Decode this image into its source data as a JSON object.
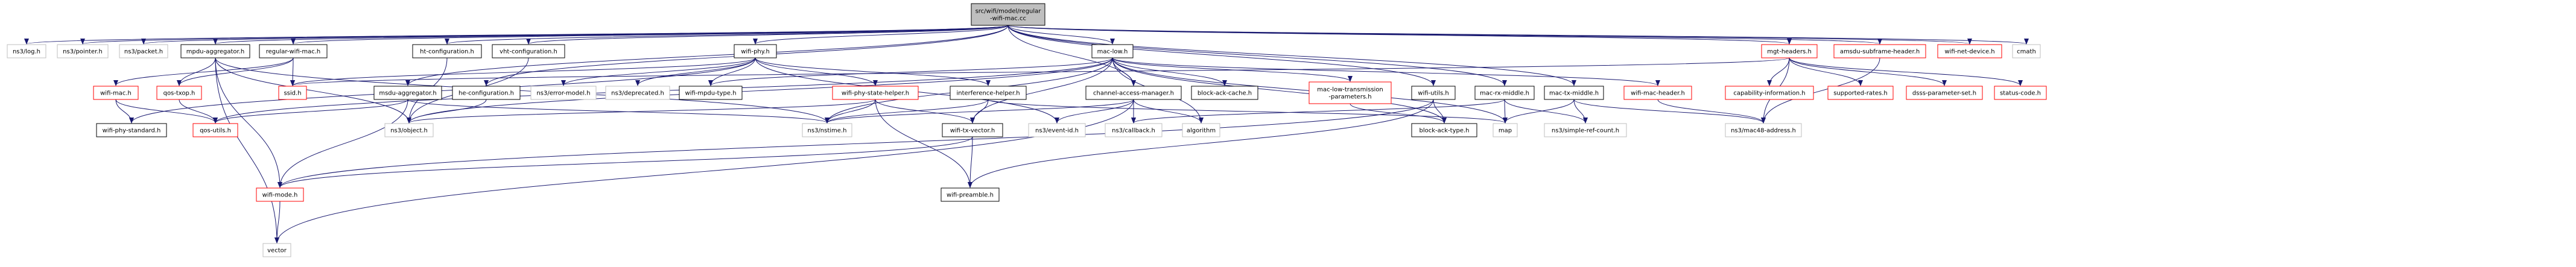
{
  "graph": {
    "root": {
      "lines": [
        "src/wifi/model/regular",
        "-wifi-mac.cc"
      ]
    },
    "nodes": {
      "ns3/log.h": {
        "lines": [
          "ns3/log.h"
        ],
        "style": "gray"
      },
      "ns3/pointer.h": {
        "lines": [
          "ns3/pointer.h"
        ],
        "style": "gray"
      },
      "ns3/packet.h": {
        "lines": [
          "ns3/packet.h"
        ],
        "style": "gray"
      },
      "mpdu-aggregator.h": {
        "lines": [
          "mpdu-aggregator.h"
        ],
        "style": "black"
      },
      "regular-wifi-mac.h": {
        "lines": [
          "regular-wifi-mac.h"
        ],
        "style": "black"
      },
      "ht-configuration.h": {
        "lines": [
          "ht-configuration.h"
        ],
        "style": "black"
      },
      "vht-configuration.h": {
        "lines": [
          "vht-configuration.h"
        ],
        "style": "black"
      },
      "wifi-phy.h": {
        "lines": [
          "wifi-phy.h"
        ],
        "style": "black"
      },
      "mac-low.h": {
        "lines": [
          "mac-low.h"
        ],
        "style": "black"
      },
      "mgt-headers.h": {
        "lines": [
          "mgt-headers.h"
        ],
        "style": "red"
      },
      "amsdu-subframe-header.h": {
        "lines": [
          "amsdu-subframe-header.h"
        ],
        "style": "red"
      },
      "wifi-net-device.h": {
        "lines": [
          "wifi-net-device.h"
        ],
        "style": "red"
      },
      "cmath": {
        "lines": [
          "cmath"
        ],
        "style": "gray"
      },
      "wifi-mac.h": {
        "lines": [
          "wifi-mac.h"
        ],
        "style": "red"
      },
      "qos-txop.h": {
        "lines": [
          "qos-txop.h"
        ],
        "style": "red"
      },
      "ssid.h": {
        "lines": [
          "ssid.h"
        ],
        "style": "red"
      },
      "msdu-aggregator.h": {
        "lines": [
          "msdu-aggregator.h"
        ],
        "style": "black"
      },
      "he-configuration.h": {
        "lines": [
          "he-configuration.h"
        ],
        "style": "black"
      },
      "ns3/error-model.h": {
        "lines": [
          "ns3/error-model.h"
        ],
        "style": "gray"
      },
      "ns3/deprecated.h": {
        "lines": [
          "ns3/deprecated.h"
        ],
        "style": "gray"
      },
      "wifi-mpdu-type.h": {
        "lines": [
          "wifi-mpdu-type.h"
        ],
        "style": "black"
      },
      "wifi-phy-state-helper.h": {
        "lines": [
          "wifi-phy-state-helper.h"
        ],
        "style": "red"
      },
      "interference-helper.h": {
        "lines": [
          "interference-helper.h"
        ],
        "style": "black"
      },
      "channel-access-manager.h": {
        "lines": [
          "channel-access-manager.h"
        ],
        "style": "black"
      },
      "block-ack-cache.h": {
        "lines": [
          "block-ack-cache.h"
        ],
        "style": "black"
      },
      "mac-low-transmission-parameters.h": {
        "lines": [
          "mac-low-transmission",
          "-parameters.h"
        ],
        "style": "red"
      },
      "wifi-utils.h": {
        "lines": [
          "wifi-utils.h"
        ],
        "style": "black"
      },
      "mac-rx-middle.h": {
        "lines": [
          "mac-rx-middle.h"
        ],
        "style": "black"
      },
      "mac-tx-middle.h": {
        "lines": [
          "mac-tx-middle.h"
        ],
        "style": "black"
      },
      "wifi-mac-header.h": {
        "lines": [
          "wifi-mac-header.h"
        ],
        "style": "red"
      },
      "capability-information.h": {
        "lines": [
          "capability-information.h"
        ],
        "style": "red"
      },
      "supported-rates.h": {
        "lines": [
          "supported-rates.h"
        ],
        "style": "red"
      },
      "dsss-parameter-set.h": {
        "lines": [
          "dsss-parameter-set.h"
        ],
        "style": "red"
      },
      "status-code.h": {
        "lines": [
          "status-code.h"
        ],
        "style": "red"
      },
      "wifi-phy-standard.h": {
        "lines": [
          "wifi-phy-standard.h"
        ],
        "style": "black"
      },
      "qos-utils.h": {
        "lines": [
          "qos-utils.h"
        ],
        "style": "red"
      },
      "ns3/object.h": {
        "lines": [
          "ns3/object.h"
        ],
        "style": "gray"
      },
      "ns3/nstime.h": {
        "lines": [
          "ns3/nstime.h"
        ],
        "style": "gray"
      },
      "wifi-tx-vector.h": {
        "lines": [
          "wifi-tx-vector.h"
        ],
        "style": "black"
      },
      "ns3/event-id.h": {
        "lines": [
          "ns3/event-id.h"
        ],
        "style": "gray"
      },
      "ns3/callback.h": {
        "lines": [
          "ns3/callback.h"
        ],
        "style": "gray"
      },
      "algorithm": {
        "lines": [
          "algorithm"
        ],
        "style": "gray"
      },
      "block-ack-type.h": {
        "lines": [
          "block-ack-type.h"
        ],
        "style": "black"
      },
      "map": {
        "lines": [
          "map"
        ],
        "style": "gray"
      },
      "ns3/simple-ref-count.h": {
        "lines": [
          "ns3/simple-ref-count.h"
        ],
        "style": "gray"
      },
      "ns3/mac48-address.h": {
        "lines": [
          "ns3/mac48-address.h"
        ],
        "style": "gray"
      },
      "wifi-mode.h": {
        "lines": [
          "wifi-mode.h"
        ],
        "style": "red"
      },
      "wifi-preamble.h": {
        "lines": [
          "wifi-preamble.h"
        ],
        "style": "black"
      },
      "vector": {
        "lines": [
          "vector"
        ],
        "style": "gray"
      }
    },
    "edges": [
      [
        "root",
        "ns3/log.h"
      ],
      [
        "root",
        "ns3/pointer.h"
      ],
      [
        "root",
        "ns3/packet.h"
      ],
      [
        "root",
        "mpdu-aggregator.h"
      ],
      [
        "root",
        "regular-wifi-mac.h"
      ],
      [
        "root",
        "ht-configuration.h"
      ],
      [
        "root",
        "vht-configuration.h"
      ],
      [
        "root",
        "wifi-phy.h"
      ],
      [
        "root",
        "mac-low.h"
      ],
      [
        "root",
        "mgt-headers.h"
      ],
      [
        "root",
        "amsdu-subframe-header.h"
      ],
      [
        "root",
        "wifi-net-device.h"
      ],
      [
        "root",
        "cmath"
      ],
      [
        "root",
        "msdu-aggregator.h"
      ],
      [
        "root",
        "he-configuration.h"
      ],
      [
        "root",
        "wifi-utils.h"
      ],
      [
        "root",
        "mac-rx-middle.h"
      ],
      [
        "root",
        "mac-tx-middle.h"
      ],
      [
        "root",
        "channel-access-manager.h"
      ],
      [
        "mpdu-aggregator.h",
        "qos-txop.h"
      ],
      [
        "mpdu-aggregator.h",
        "wifi-mode.h"
      ],
      [
        "mpdu-aggregator.h",
        "ns3/object.h"
      ],
      [
        "mpdu-aggregator.h",
        "vector"
      ],
      [
        "mpdu-aggregator.h",
        "ns3/nstime.h"
      ],
      [
        "regular-wifi-mac.h",
        "wifi-mac.h"
      ],
      [
        "regular-wifi-mac.h",
        "qos-txop.h"
      ],
      [
        "regular-wifi-mac.h",
        "ssid.h"
      ],
      [
        "wifi-mac.h",
        "wifi-phy-standard.h"
      ],
      [
        "wifi-mac.h",
        "qos-utils.h"
      ],
      [
        "qos-txop.h",
        "qos-utils.h"
      ],
      [
        "ht-configuration.h",
        "ns3/object.h"
      ],
      [
        "vht-configuration.h",
        "ns3/object.h"
      ],
      [
        "wifi-phy.h",
        "ns3/error-model.h"
      ],
      [
        "wifi-phy.h",
        "ns3/deprecated.h"
      ],
      [
        "wifi-phy.h",
        "wifi-mpdu-type.h"
      ],
      [
        "wifi-phy.h",
        "wifi-phy-state-helper.h"
      ],
      [
        "wifi-phy.h",
        "interference-helper.h"
      ],
      [
        "wifi-phy.h",
        "ssid.h"
      ],
      [
        "wifi-phy.h",
        "wifi-phy-standard.h"
      ],
      [
        "wifi-phy.h",
        "ns3/event-id.h"
      ],
      [
        "msdu-aggregator.h",
        "qos-utils.h"
      ],
      [
        "msdu-aggregator.h",
        "ns3/nstime.h"
      ],
      [
        "msdu-aggregator.h",
        "wifi-mode.h"
      ],
      [
        "he-configuration.h",
        "ns3/object.h"
      ],
      [
        "wifi-phy-state-helper.h",
        "ns3/nstime.h"
      ],
      [
        "wifi-phy-state-helper.h",
        "ns3/object.h"
      ],
      [
        "wifi-phy-state-helper.h",
        "wifi-preamble.h"
      ],
      [
        "wifi-phy-state-helper.h",
        "wifi-tx-vector.h"
      ],
      [
        "interference-helper.h",
        "wifi-tx-vector.h"
      ],
      [
        "interference-helper.h",
        "ns3/nstime.h"
      ],
      [
        "interference-helper.h",
        "map"
      ],
      [
        "mac-low.h",
        "wifi-mpdu-type.h"
      ],
      [
        "mac-low.h",
        "channel-access-manager.h"
      ],
      [
        "mac-low.h",
        "block-ack-cache.h"
      ],
      [
        "mac-low.h",
        "mac-low-transmission-parameters.h"
      ],
      [
        "mac-low.h",
        "wifi-mac-header.h"
      ],
      [
        "mac-low.h",
        "block-ack-type.h"
      ],
      [
        "mac-low.h",
        "algorithm"
      ],
      [
        "mac-low.h",
        "qos-utils.h"
      ],
      [
        "mac-low.h",
        "ns3/nstime.h"
      ],
      [
        "mac-low.h",
        "ns3/object.h"
      ],
      [
        "mac-low.h",
        "wifi-tx-vector.h"
      ],
      [
        "mac-low.h",
        "map"
      ],
      [
        "channel-access-manager.h",
        "ns3/nstime.h"
      ],
      [
        "channel-access-manager.h",
        "ns3/event-id.h"
      ],
      [
        "channel-access-manager.h",
        "ns3/callback.h"
      ],
      [
        "channel-access-manager.h",
        "algorithm"
      ],
      [
        "channel-access-manager.h",
        "vector"
      ],
      [
        "mac-low-transmission-parameters.h",
        "block-ack-type.h"
      ],
      [
        "wifi-tx-vector.h",
        "wifi-mode.h"
      ],
      [
        "wifi-tx-vector.h",
        "wifi-preamble.h"
      ],
      [
        "wifi-utils.h",
        "block-ack-type.h"
      ],
      [
        "wifi-utils.h",
        "wifi-mode.h"
      ],
      [
        "wifi-utils.h",
        "wifi-preamble.h"
      ],
      [
        "mac-rx-middle.h",
        "map"
      ],
      [
        "mac-rx-middle.h",
        "ns3/simple-ref-count.h"
      ],
      [
        "mac-rx-middle.h",
        "ns3/callback.h"
      ],
      [
        "mac-tx-middle.h",
        "map"
      ],
      [
        "mac-tx-middle.h",
        "ns3/simple-ref-count.h"
      ],
      [
        "mac-tx-middle.h",
        "ns3/mac48-address.h"
      ],
      [
        "wifi-mac-header.h",
        "ns3/mac48-address.h"
      ],
      [
        "mgt-headers.h",
        "capability-information.h"
      ],
      [
        "mgt-headers.h",
        "supported-rates.h"
      ],
      [
        "mgt-headers.h",
        "dsss-parameter-set.h"
      ],
      [
        "mgt-headers.h",
        "status-code.h"
      ],
      [
        "mgt-headers.h",
        "ns3/mac48-address.h"
      ],
      [
        "mgt-headers.h",
        "ssid.h"
      ],
      [
        "amsdu-subframe-header.h",
        "ns3/mac48-address.h"
      ],
      [
        "wifi-mode.h",
        "vector"
      ]
    ]
  }
}
